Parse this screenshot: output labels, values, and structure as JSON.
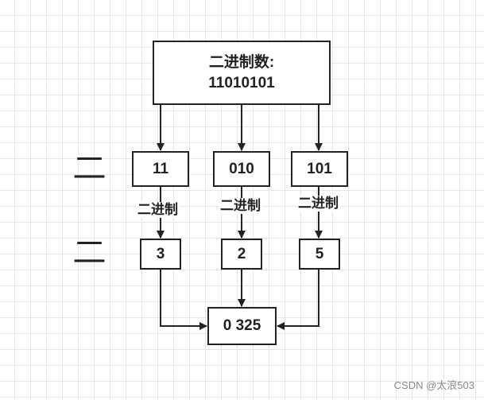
{
  "diagram": {
    "root": {
      "line1": "二进制数:",
      "line2": "11010101"
    },
    "groups": [
      {
        "binary": "11",
        "edge_label": "二进制",
        "octal": "3"
      },
      {
        "binary": "010",
        "edge_label": "二进制",
        "octal": "2"
      },
      {
        "binary": "101",
        "edge_label": "二进制",
        "octal": "5"
      }
    ],
    "result": "0 325",
    "side_marks": [
      "二",
      "二"
    ]
  },
  "watermark": "CSDN @太浪503"
}
